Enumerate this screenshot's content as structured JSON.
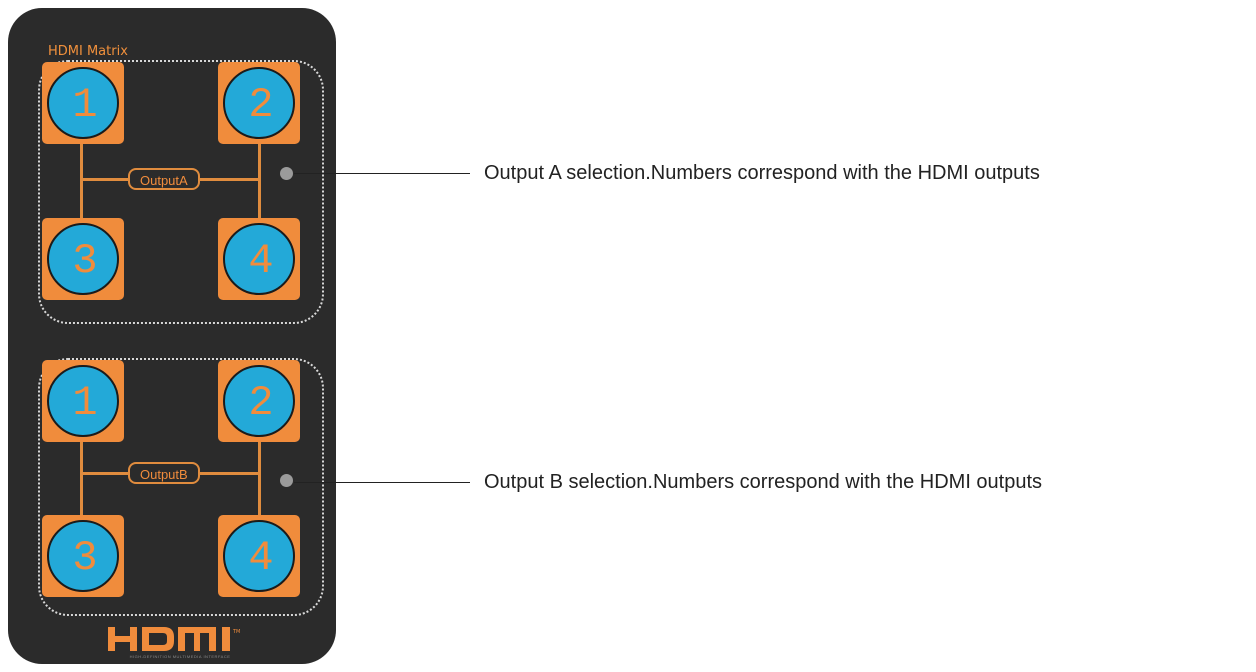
{
  "device": {
    "title": "HDMI Matrix",
    "logo_text": "HDMI",
    "logo_subtitle": "HIGH-DEFINITION MULTIMEDIA INTERFACE",
    "colors": {
      "body": "#2b2b2b",
      "button": "#f08c3c",
      "button_face": "#23a9d8",
      "led": "#9b9b9b"
    },
    "output_a": {
      "label": "OutputA",
      "buttons": [
        "1",
        "2",
        "3",
        "4"
      ]
    },
    "output_b": {
      "label": "OutputB",
      "buttons": [
        "1",
        "2",
        "3",
        "4"
      ]
    }
  },
  "callouts": {
    "a": "Output A selection.Numbers correspond with the HDMI outputs",
    "b": "Output B selection.Numbers correspond with the HDMI outputs"
  }
}
